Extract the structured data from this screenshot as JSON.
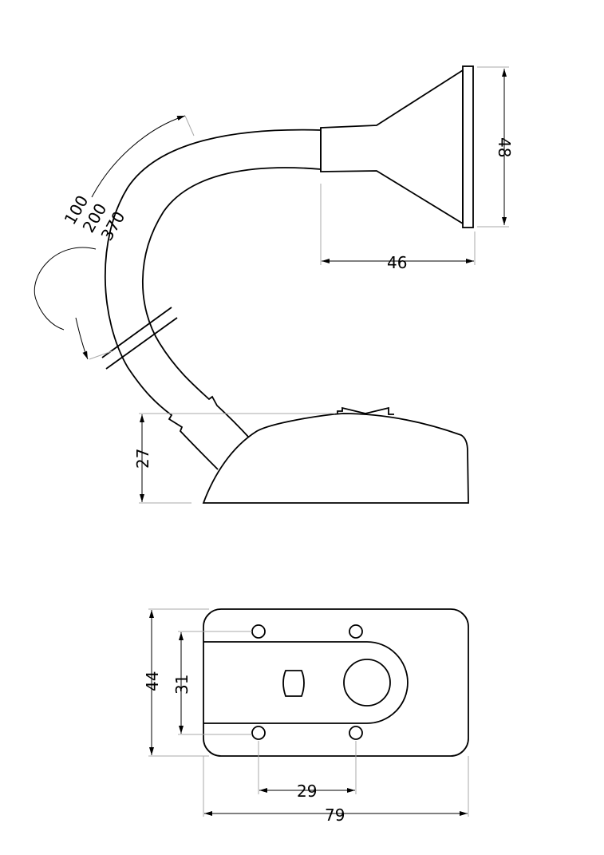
{
  "side_view": {
    "dim_head_height": "48",
    "dim_head_depth": "46",
    "dim_base_height": "27",
    "arm_lengths": [
      "100",
      "200",
      "370"
    ]
  },
  "bottom_view": {
    "dim_width": "79",
    "dim_height": "44",
    "dim_hole_vertical": "31",
    "dim_hole_horizontal": "29"
  }
}
